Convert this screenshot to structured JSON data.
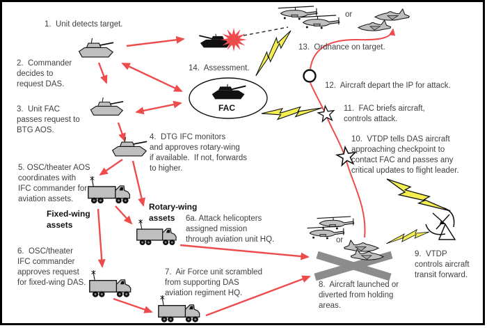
{
  "labels": {
    "step1": "1.  Unit detects target.",
    "step2": "2.  Commander\ndecides to\nrequest DAS.",
    "step3": "3.  Unit FAC\npasses request to\nBTG AOS.",
    "step4": "4.  DTG IFC monitors\nand approves rotary-wing\nif available.  If not, forwards\nto higher.",
    "step5": "5. OSC/theater AOS\ncoordinates with\nIFC commander for\naviation assets.",
    "step6": "6.  OSC/theater\nIFC commander\napproves request\nfor fixed-wing DAS.",
    "step6a": "6a. Attack helicopters\nassigned mission\nthrough aviation unit HQ.",
    "step7": "7.  Air Force unit scrambled\nfrom supporting DAS\naviation regiment HQ.",
    "step8": "8.  Aircraft launched or\ndiverted from holding\nareas.",
    "step9": "9.  VTDP\ncontrols aircraft\ntransit forward.",
    "step10": "10.  VTDP tells DAS aircraft\napproaching checkpoint to\ncontact FAC and passes any\ncritical updates to flight leader.",
    "step11": "11.  FAC briefs aircraft,\ncontrols attack.",
    "step12": "12.  Aircraft depart the IP for attack.",
    "step13": "13.  Ordnance on target.",
    "step14": "14.  Assessment.",
    "fixed_wing": "Fixed-wing\nassets",
    "rotary_wing": "Rotary-wing\nassets",
    "fac": "FAC",
    "or_top": "or",
    "or_bottom": "or"
  },
  "colors": {
    "arrow_red": "#ee4c4c",
    "explosion_red": "#f04b4b",
    "lightning_yellow": "#f3ee52",
    "vehicle_gray": "#bfbfbf",
    "runway_gray": "#8c8c8c",
    "text_gray": "#3f3f3f"
  }
}
